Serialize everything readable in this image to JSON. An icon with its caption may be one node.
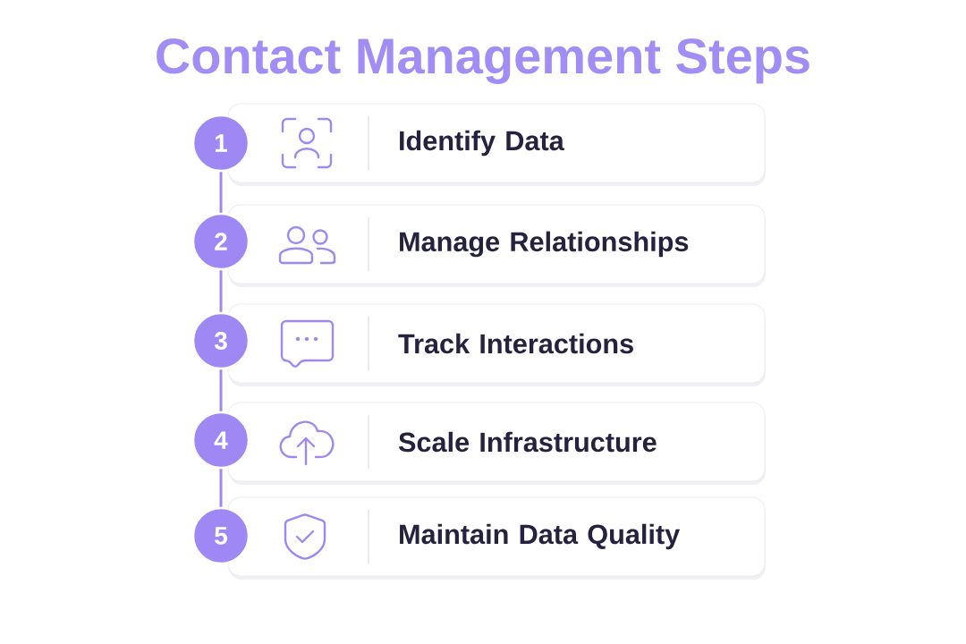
{
  "diagram": {
    "title": "Contact Management Steps",
    "nodes": [
      {
        "text": [
          "1"
        ]
      },
      {
        "text": [
          "Identify Data"
        ]
      },
      {
        "text": [
          "2"
        ]
      },
      {
        "text": [
          "Manage Relationships"
        ]
      },
      {
        "text": [
          "3"
        ]
      },
      {
        "text": [
          "Track Interactions"
        ]
      },
      {
        "text": [
          "4"
        ]
      },
      {
        "text": [
          "Scale Infrastructure"
        ]
      },
      {
        "text": [
          "5"
        ]
      },
      {
        "text": [
          "Maintain Data Quality"
        ]
      }
    ],
    "edges": [
      {
        "from": 0,
        "to": 2,
        "arrow": "none"
      },
      {
        "from": 2,
        "to": 4,
        "arrow": "none"
      },
      {
        "from": 4,
        "to": 6,
        "arrow": "none"
      },
      {
        "from": 6,
        "to": 8,
        "arrow": "none"
      }
    ]
  }
}
